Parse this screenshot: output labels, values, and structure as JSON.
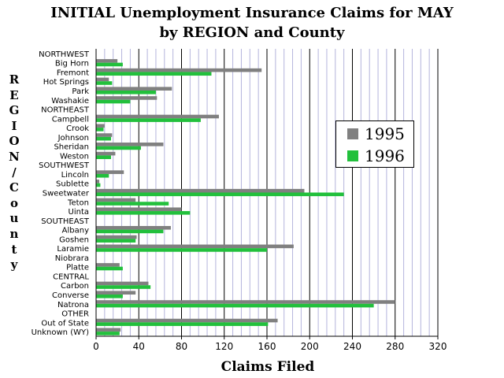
{
  "chart_data": {
    "type": "bar",
    "orientation": "horizontal",
    "title": "INITIAL Unemployment Insurance Claims for MAY",
    "subtitle": "by REGION and County",
    "xlabel": "Claims Filed",
    "ylabel": "REGION/County",
    "xlim": [
      0,
      320
    ],
    "xticks": [
      0,
      40,
      80,
      120,
      160,
      200,
      240,
      280,
      320
    ],
    "grid": true,
    "legend_position": "right",
    "colors": {
      "1995": "#808080",
      "1996": "#22c03c"
    },
    "series": [
      {
        "name": "1995"
      },
      {
        "name": "1996"
      }
    ],
    "rows": [
      {
        "label": "NORTHWEST",
        "header": true
      },
      {
        "label": "Big Horn",
        "v1995": 20,
        "v1996": 25
      },
      {
        "label": "Fremont",
        "v1995": 155,
        "v1996": 108
      },
      {
        "label": "Hot Springs",
        "v1995": 12,
        "v1996": 15
      },
      {
        "label": "Park",
        "v1995": 71,
        "v1996": 56
      },
      {
        "label": "Washakie",
        "v1995": 57,
        "v1996": 32
      },
      {
        "label": "NORTHEAST",
        "header": true
      },
      {
        "label": "Campbell",
        "v1995": 115,
        "v1996": 98
      },
      {
        "label": "Crook",
        "v1995": 8,
        "v1996": 7
      },
      {
        "label": "Johnson",
        "v1995": 15,
        "v1996": 14
      },
      {
        "label": "Sheridan",
        "v1995": 63,
        "v1996": 42
      },
      {
        "label": "Weston",
        "v1995": 18,
        "v1996": 14
      },
      {
        "label": "SOUTHWEST",
        "header": true
      },
      {
        "label": "Lincoln",
        "v1995": 26,
        "v1996": 12
      },
      {
        "label": "Sublette",
        "v1995": 3,
        "v1996": 4
      },
      {
        "label": "Sweetwater",
        "v1995": 195,
        "v1996": 232
      },
      {
        "label": "Teton",
        "v1995": 37,
        "v1996": 68
      },
      {
        "label": "Uinta",
        "v1995": 80,
        "v1996": 88
      },
      {
        "label": "SOUTHEAST",
        "header": true
      },
      {
        "label": "Albany",
        "v1995": 70,
        "v1996": 63
      },
      {
        "label": "Goshen",
        "v1995": 38,
        "v1996": 37
      },
      {
        "label": "Laramie",
        "v1995": 185,
        "v1996": 160
      },
      {
        "label": "Niobrara",
        "v1995": 0,
        "v1996": 0
      },
      {
        "label": "Platte",
        "v1995": 22,
        "v1996": 25
      },
      {
        "label": "CENTRAL",
        "header": true
      },
      {
        "label": "Carbon",
        "v1995": 49,
        "v1996": 51
      },
      {
        "label": "Converse",
        "v1995": 37,
        "v1996": 25
      },
      {
        "label": "Natrona",
        "v1995": 280,
        "v1996": 260
      },
      {
        "label": "OTHER",
        "header": true
      },
      {
        "label": "Out of State",
        "v1995": 170,
        "v1996": 161
      },
      {
        "label": "Unknown (WY)",
        "v1995": 23,
        "v1996": 22
      }
    ]
  }
}
